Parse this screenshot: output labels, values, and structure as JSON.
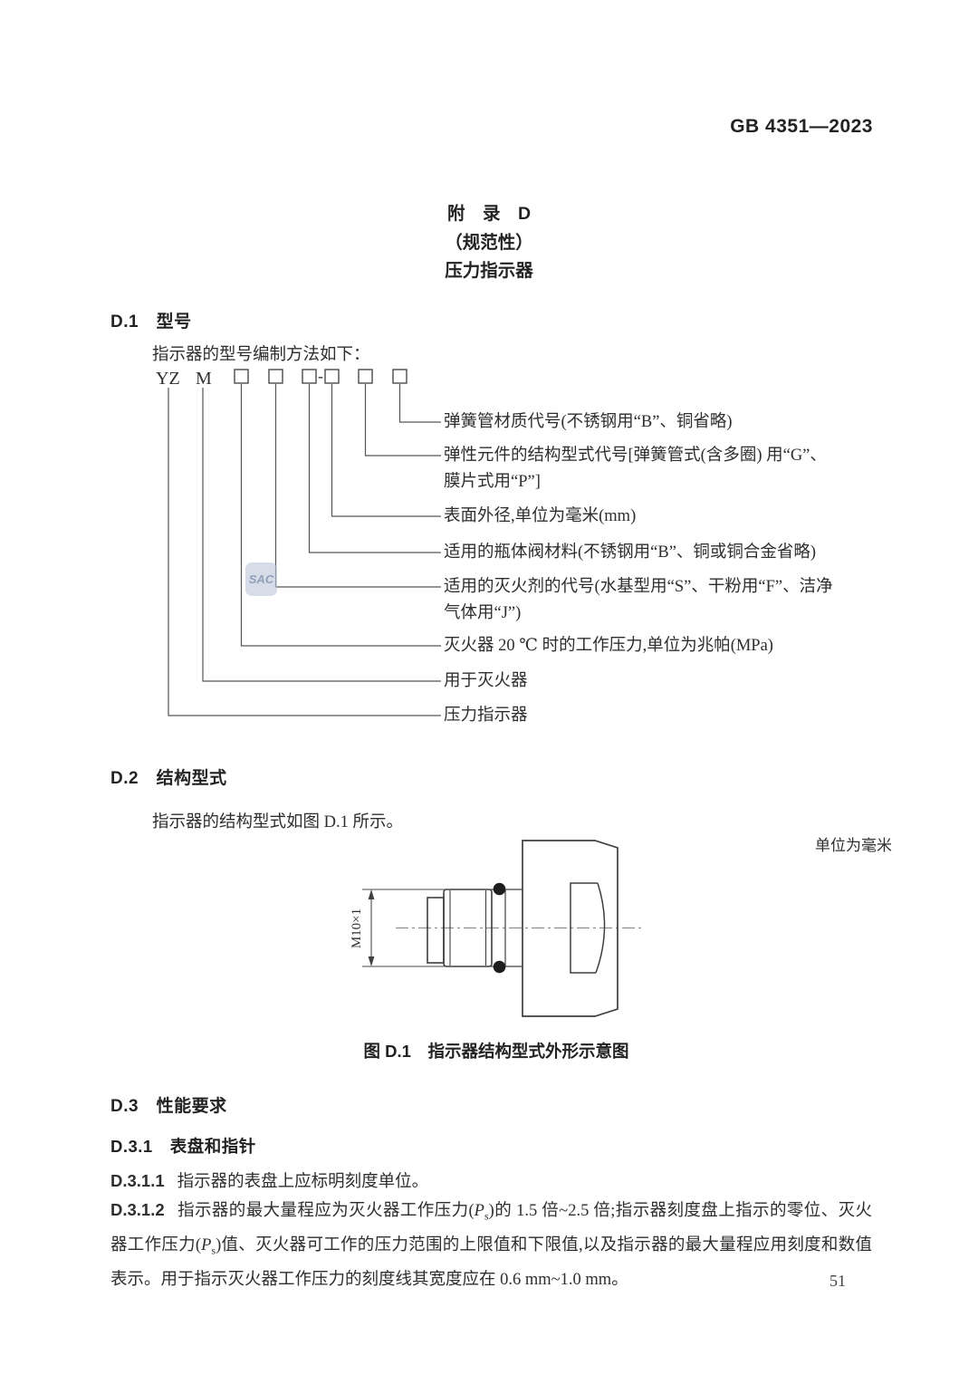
{
  "doc": {
    "standard_number": "GB 4351—2023",
    "page_number": "51",
    "watermark": "SAC"
  },
  "appendix": {
    "title": "附　录　D",
    "subtitle": "（规范性）",
    "name": "压力指示器"
  },
  "d1": {
    "heading": "D.1　型号",
    "intro": "指示器的型号编制方法如下：",
    "code": {
      "prefix": "YZ",
      "m": "M",
      "hyphen": "-"
    },
    "labels": [
      "弹簧管材质代号(不锈钢用“B”、铜省略)",
      "弹性元件的结构型式代号[弹簧管式(含多圈) 用“G”、\n膜片式用“P”]",
      "表面外径,单位为毫米(mm)",
      "适用的瓶体阀材料(不锈钢用“B”、铜或铜合金省略)",
      "适用的灭火剂的代号(水基型用“S”、干粉用“F”、洁净\n气体用“J”)",
      "灭火器 20 ℃ 时的工作压力,单位为兆帕(MPa)",
      "用于灭火器",
      "压力指示器"
    ]
  },
  "d2": {
    "heading": "D.2　结构型式",
    "intro": "指示器的结构型式如图 D.1 所示。",
    "unit_note": "单位为毫米",
    "figure": {
      "dimension_label": "M10×1",
      "caption": "图 D.1　指示器结构型式外形示意图"
    }
  },
  "d3": {
    "heading": "D.3　性能要求",
    "d31_heading": "D.3.1　表盘和指针",
    "d311": {
      "label": "D.3.1.1",
      "text": "指示器的表盘上应标明刻度单位。"
    },
    "d312": {
      "label": "D.3.1.2",
      "seg1": "指示器的最大量程应为灭火器工作压力(",
      "p_italic": "P",
      "p_sub": "s",
      "seg2": ")的 1.5 倍~2.5 倍;指示器刻度盘上指示的零位、灭火器工作压力(",
      "seg3": ")值、灭火器可工作的压力范围的上限值和下限值,以及指示器的最大量程应用刻度和数值表示。用于指示灭火器工作压力的刻度线其宽度应在 0.6 mm~1.0 mm。"
    }
  }
}
